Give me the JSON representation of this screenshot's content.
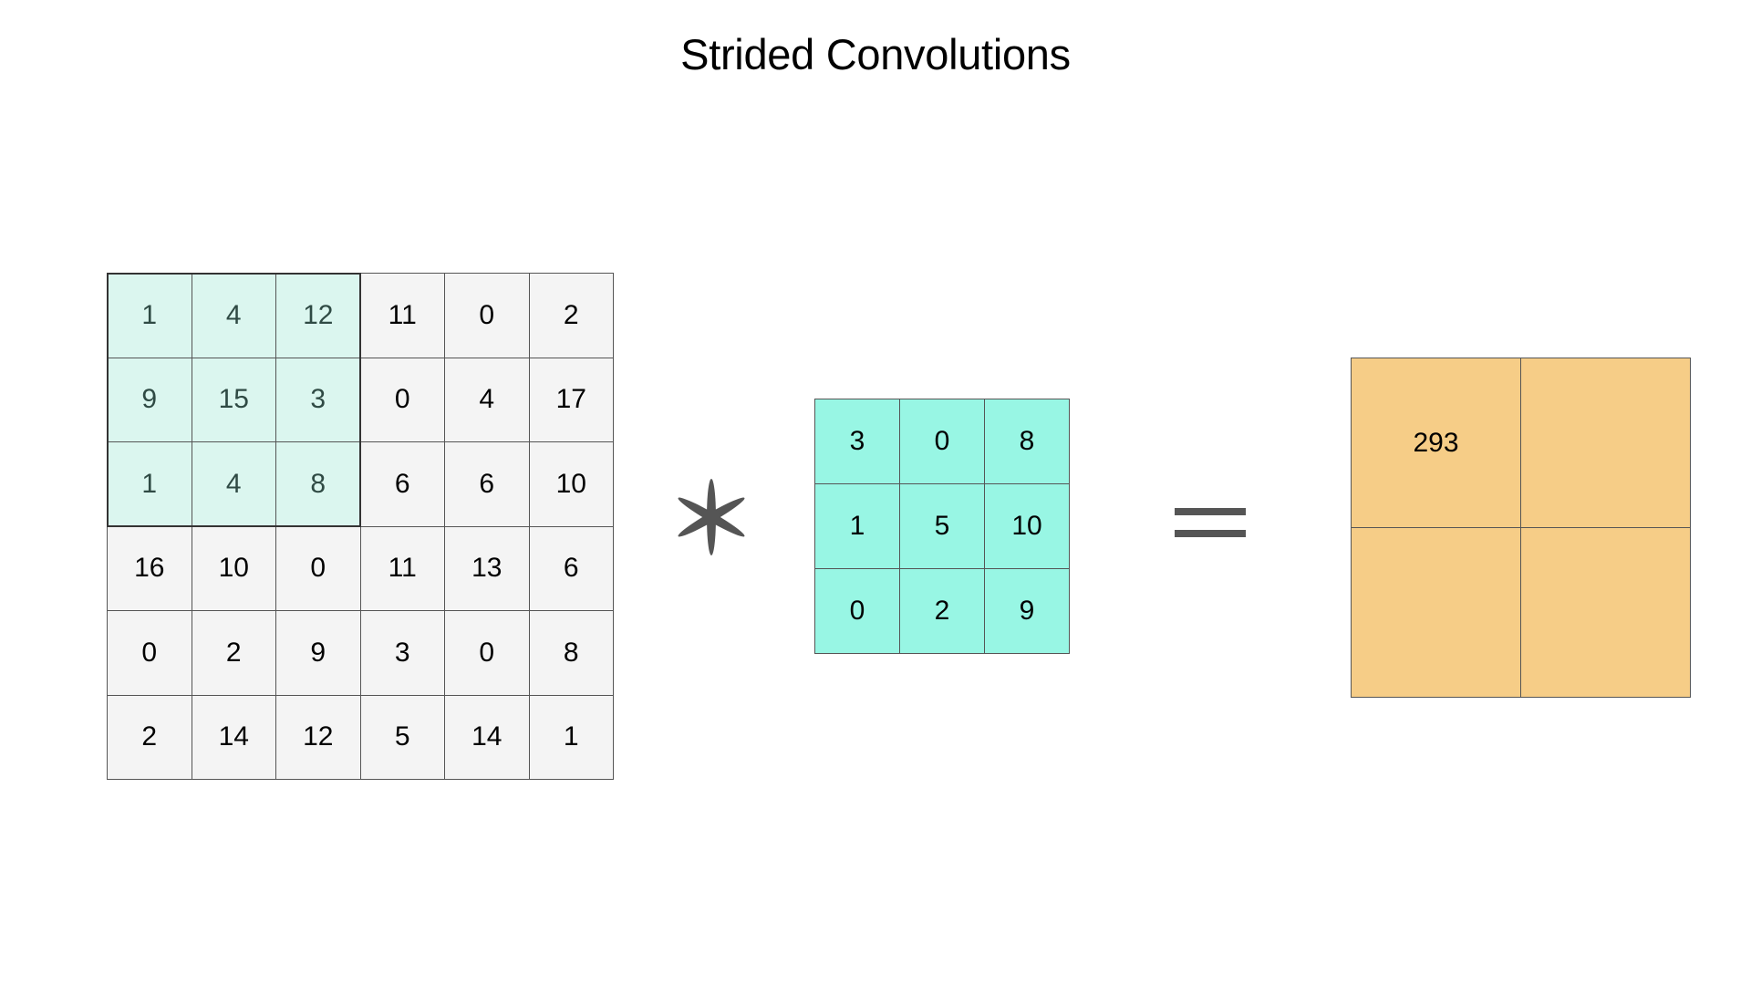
{
  "title": "Strided Convolutions",
  "input_matrix": {
    "rows": [
      [
        "1",
        "4",
        "12",
        "11",
        "0",
        "2"
      ],
      [
        "9",
        "15",
        "3",
        "0",
        "4",
        "17"
      ],
      [
        "1",
        "4",
        "8",
        "6",
        "6",
        "10"
      ],
      [
        "16",
        "10",
        "0",
        "11",
        "13",
        "6"
      ],
      [
        "0",
        "2",
        "9",
        "3",
        "0",
        "8"
      ],
      [
        "2",
        "14",
        "12",
        "5",
        "14",
        "1"
      ]
    ],
    "highlight_rows": 3,
    "highlight_cols": 3,
    "cell_color": "#f4f4f4",
    "highlight_color": "#dbf6ef"
  },
  "kernel": {
    "rows": [
      [
        "3",
        "0",
        "8"
      ],
      [
        "1",
        "5",
        "10"
      ],
      [
        "0",
        "2",
        "9"
      ]
    ],
    "color": "#98f6e4"
  },
  "output": {
    "rows": [
      [
        "293",
        ""
      ],
      [
        "",
        ""
      ]
    ],
    "color": "#f6cd87"
  },
  "operators": {
    "convolution": "asterisk-icon",
    "equals": "equals-icon",
    "color": "#555555"
  }
}
